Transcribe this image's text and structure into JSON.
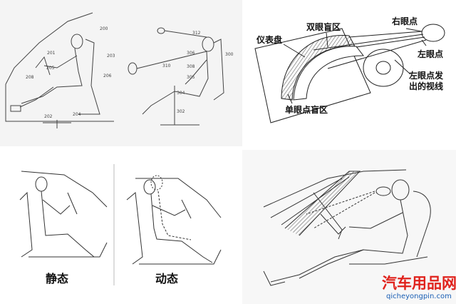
{
  "panel_tl": {
    "ref_numbers": [
      "200",
      "201",
      "202",
      "203",
      "204",
      "205",
      "206",
      "208",
      "300",
      "302",
      "304",
      "305",
      "306",
      "308",
      "310",
      "312"
    ]
  },
  "panel_tr": {
    "labels": {
      "instrument_panel": "仪表盘",
      "binocular_blind": "双眼盲区",
      "right_eye": "右眼点",
      "left_eye": "左眼点",
      "left_eye_sight": "左眼点发\n出的视线",
      "monocular_blind": "单眼点盲区"
    }
  },
  "panel_bl": {
    "static": "静态",
    "dynamic": "动态"
  },
  "watermark": {
    "cn": "汽车用品网",
    "url": "qicheyongpin.com",
    "color_cn": "#e0221c",
    "color_url": "#1a5fb4"
  },
  "colors": {
    "line": "#333333",
    "hatch": "#555555"
  }
}
